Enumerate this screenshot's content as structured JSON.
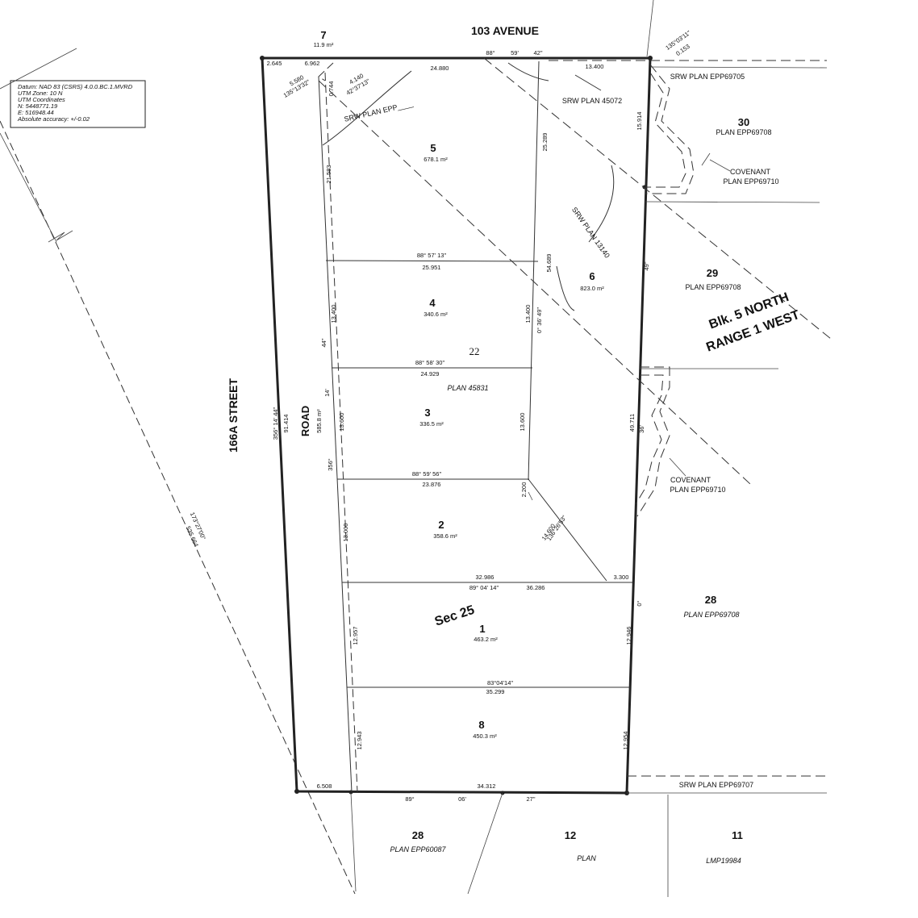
{
  "info_box": {
    "line1": "Datum: NAD 83 (CSRS) 4.0.0.BC.1.MVRD",
    "line2": "UTM Zone: 10 N",
    "line3": "UTM Coordinates",
    "line4": "N: 5448771.19",
    "line5": "E: 516948.44",
    "line6": "Absolute accuracy: +/-0.02"
  },
  "streets": {
    "north": "103 AVENUE",
    "west": "166A STREET",
    "road": "ROAD",
    "road_area": "585.8 m²"
  },
  "lots": [
    {
      "num": "7",
      "area": "11.9 m²"
    },
    {
      "num": "5",
      "area": "678.1 m²"
    },
    {
      "num": "4",
      "area": "340.6 m²"
    },
    {
      "num": "3",
      "area": "336.5 m²"
    },
    {
      "num": "2",
      "area": "358.6 m²"
    },
    {
      "num": "1",
      "area": "463.2 m²"
    },
    {
      "num": "8",
      "area": "450.3 m²"
    },
    {
      "num": "6",
      "area": "823.0 m²"
    }
  ],
  "adjacent": [
    {
      "num": "30",
      "plan": "PLAN EPP69708"
    },
    {
      "num": "29",
      "plan": "PLAN EPP69708"
    },
    {
      "num": "28",
      "plan": "PLAN EPP69708"
    },
    {
      "num": "28",
      "plan": "PLAN EPP60087"
    },
    {
      "num": "12",
      "plan": "PLAN"
    },
    {
      "num": "11",
      "plan": "LMP19984"
    }
  ],
  "block": {
    "line1": "Blk. 5 NORTH",
    "line2": "RANGE 1 WEST"
  },
  "section": "Sec 25",
  "parent_lot": "22",
  "parent_plan": "PLAN 45831",
  "srw": {
    "epp_blank": "SRW PLAN EPP____",
    "p45072": "SRW PLAN 45072",
    "p13140": "SRW PLAN 13140",
    "epp69705": "SRW PLAN EPP69705",
    "epp69707": "SRW   PLAN EPP69707"
  },
  "covenant": {
    "north_l1": "COVENANT",
    "north_l2": "PLAN EPP69710",
    "south_l1": "COVENANT",
    "south_l2": "PLAN EPP69710"
  },
  "dims": {
    "top_left_a": "2.645",
    "top_left_b": "6.962",
    "top_24880": "24.880",
    "top_88": "88°",
    "top_59": "59'",
    "top_42": "42\"",
    "top_13400": "13.400",
    "ne_bearing": "135°03'11\"",
    "ne_dist": "0.153",
    "nw_5580": "5.580",
    "nw_bearing": "135°13'32\"",
    "nw_0744": "0.744",
    "nw_4140": "4.140",
    "nw_bearing2": "42°37'13\"",
    "l5_left": "21.583",
    "l5_right": "25.289",
    "l4_bearing": "88° 57' 13\"",
    "l4_width": "25.951",
    "l4_left": "13.400",
    "l4_right_a": "54.689",
    "l4_right_b": "13.400",
    "l4_right_bearing": "0° 36' 49\"",
    "l3_bearing": "88° 58' 30\"",
    "l3_width": "24.929",
    "l3_left": "13.600",
    "l3_right": "13.600",
    "l2_bearing": "88° 59' 56\"",
    "l2_width": "23.876",
    "l2_left": "13.000",
    "l2_2200": "2.200",
    "l2_diag_bearing": "136°26'53\"",
    "l2_diag": "14.600",
    "l1_top_a": "32.986",
    "l1_3300": "3.300",
    "l1_bearing": "89° 04' 14\"",
    "l1_width": "36.286",
    "l1_left": "12.957",
    "l1_right": "12.946",
    "l8_bearing": "83°04'14\"",
    "l8_width": "35.299",
    "l8_left": "12.943",
    "l8_right": "12.954",
    "bottom_left": "6.508",
    "bottom_width": "34.312",
    "bottom_89": "89°",
    "bottom_06": "06'",
    "bottom_27": "27\"",
    "west_bearing": "356° 14' 44\"",
    "west_dist": "91.414",
    "road_44": "44\"",
    "road_14": "14'",
    "road_356": "356°",
    "diag_bearing": "173°27'00\"",
    "diag_dist": "535.664",
    "east_15914": "15.914",
    "east_49": "49\"",
    "east_49711": "49.711",
    "east_36": "36'",
    "east_0": "0°"
  }
}
